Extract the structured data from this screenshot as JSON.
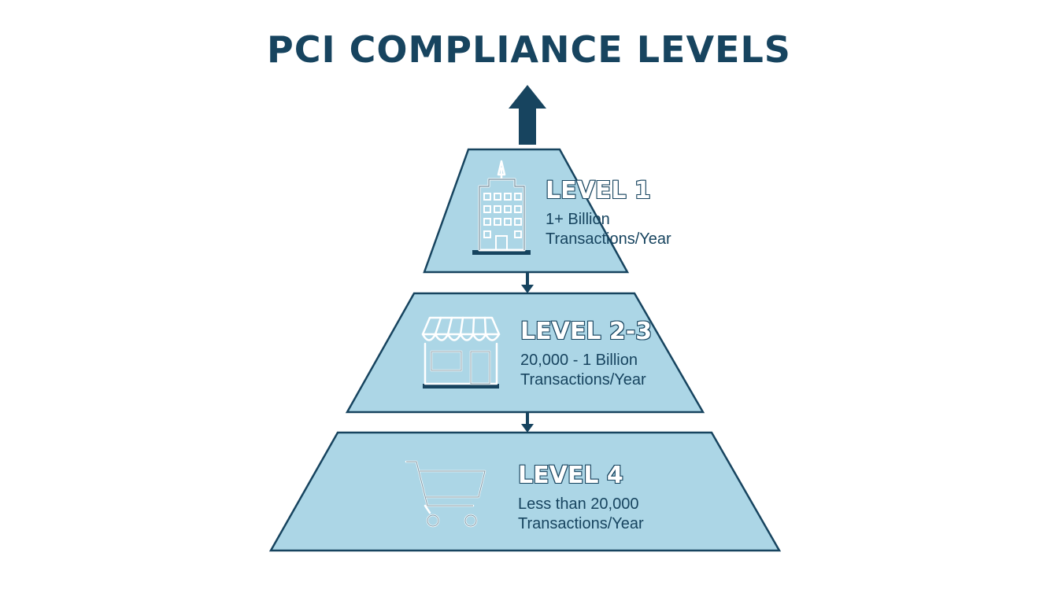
{
  "title": "PCI COMPLIANCE LEVELS",
  "colors": {
    "primary": "#17445f",
    "tier_fill": "#acd6e6",
    "background": "#ffffff"
  },
  "tiers": [
    {
      "label": "LEVEL 1",
      "line1": "1+ Billion",
      "line2": "Transactions/Year",
      "icon": "office-building-icon"
    },
    {
      "label": "LEVEL 2-3",
      "line1": "20,000 - 1 Billion",
      "line2": "Transactions/Year",
      "icon": "storefront-icon"
    },
    {
      "label": "LEVEL 4",
      "line1": "Less than 20,000",
      "line2": "Transactions/Year",
      "icon": "shopping-cart-icon"
    }
  ]
}
